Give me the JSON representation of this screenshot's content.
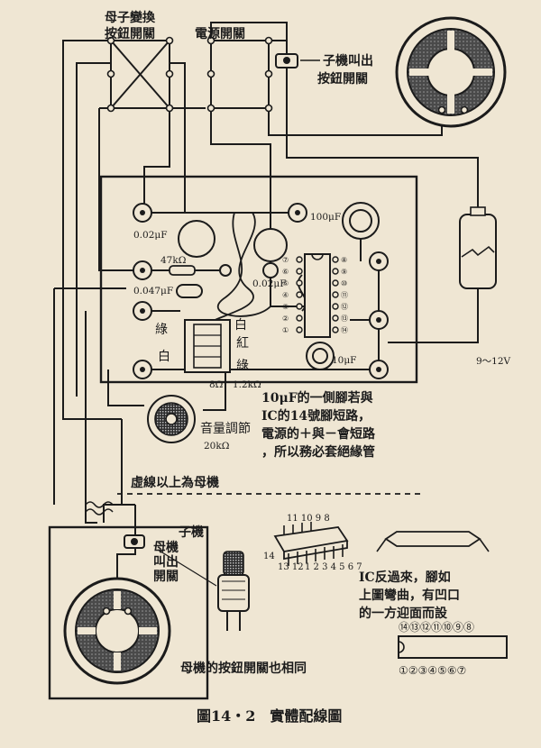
{
  "labels": {
    "mode_switch_l1": "母子變換",
    "mode_switch_l2": "按鈕開關",
    "power_switch": "電源開關",
    "child_call_l1": "子機叫出",
    "child_call_l2": "按鈕開關",
    "c1": "0.02μF",
    "r1": "47kΩ",
    "c2": "0.047μF",
    "c3": "100μF",
    "c4": "0.02μF",
    "c5": "10μF",
    "green1": "綠",
    "white1": "白",
    "white2": "白",
    "red": "紅",
    "green2": "綠",
    "transformer_imp": "8Ω：1.2kΩ",
    "volume_l1": "音量調節",
    "volume_l2": "20kΩ",
    "battery": "9～12V",
    "note_l1": "10μF的一側腳若與",
    "note_l2": "IC的14號腳短路，",
    "note_l3": "電源的＋與－會短路",
    "note_l4": "，所以務必套絕緣管",
    "dash_note": "虛線以上為母機",
    "child_unit": "子機",
    "mother_call_l1": "母機",
    "mother_call_l2": "叫出",
    "mother_call_l3": "開關",
    "ic_top_pins": "11 10 9 8",
    "ic_bot_pins_a": "13 12",
    "ic_bot_pins_b": "1 2 3 4 5 6 7",
    "ic_pin14": "14",
    "ic_note_l1": "IC反過來，腳如",
    "ic_note_l2": "上圖彎曲，有凹口",
    "ic_note_l3": "的一方迎面而設",
    "ic_row_top": "⑭⑬⑫⑪⑩⑨⑧",
    "ic_row_bot": "①②③④⑤⑥⑦",
    "push_note": "母機的按鈕開關也相同",
    "caption": "圖14・2　實體配線圖"
  }
}
